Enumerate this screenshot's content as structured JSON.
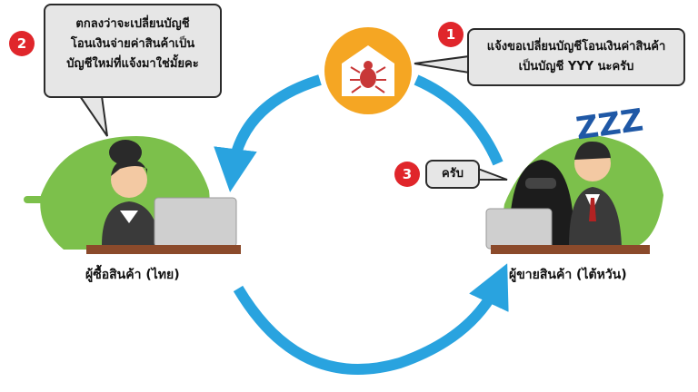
{
  "steps": [
    {
      "number": "1",
      "text_line1": "แจ้งขอเปลี่ยนบัญชีโอนเงินค่าสินค้า",
      "text_line2": "เป็นบัญชี YYY นะครับ"
    },
    {
      "number": "2",
      "text_line1": "ตกลงว่าจะเปลี่ยนบัญชี",
      "text_line2": "โอนเงินจ่ายค่าสินค้าเป็น",
      "text_line3": "บัญชีใหม่ที่แจ้งมาใช่มั้ยคะ"
    },
    {
      "number": "3",
      "text_line1": "ครับ"
    }
  ],
  "buyer_label": "ผู้ซื้อสินค้า (ไทย)",
  "seller_label": "ผู้ขายสินค้า (ไต้หวัน)",
  "sleep_text": "ZZZ",
  "colors": {
    "arrow": "#29a3df",
    "badge": "#e0262b",
    "leaf": "#7cc04b",
    "envelope": "#f5a623",
    "bug": "#c83737"
  },
  "icons": [
    "envelope-bug-icon",
    "sleep-zzz-icon"
  ]
}
